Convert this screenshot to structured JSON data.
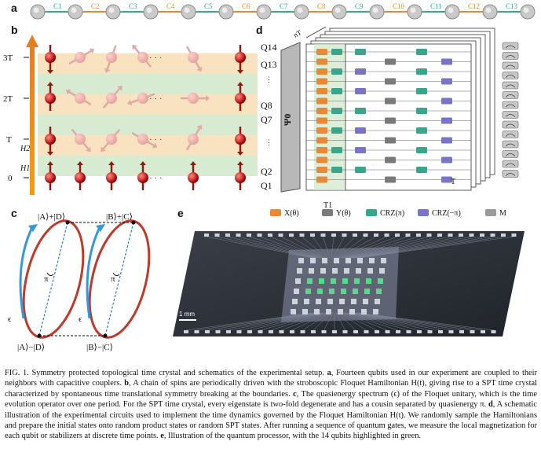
{
  "panels": {
    "a": "a",
    "b": "b",
    "c": "c",
    "d": "d",
    "e": "e"
  },
  "panel_a": {
    "couplers": [
      "C1",
      "C2",
      "C3",
      "C4",
      "C5",
      "C6",
      "C7",
      "C8",
      "C9",
      "C10",
      "C11",
      "C12",
      "C13"
    ]
  },
  "panel_b": {
    "y_ticks": [
      "3T",
      "2T",
      "T",
      "0"
    ],
    "h_labels": [
      "H2",
      "H1"
    ],
    "ellipsis": "· · ·"
  },
  "panel_c": {
    "top_left": "|A⟩+|D⟩",
    "top_right": "|B⟩+|C⟩",
    "bottom_left": "|A⟩−|D⟩",
    "bottom_right": "|B⟩−|C⟩",
    "pi": "π",
    "eps": "ϵ"
  },
  "panel_d": {
    "qubits_top": [
      "Q14",
      "Q13"
    ],
    "qubits_mid": [
      "Q8",
      "Q7"
    ],
    "qubits_bot": [
      "Q2",
      "Q1"
    ],
    "psi": "Ψ0",
    "nT": "nT",
    "T1": "T1",
    "T": "T"
  },
  "legend": [
    {
      "label": "X(θ)",
      "color": "#e8893a"
    },
    {
      "label": "Y(θ)",
      "color": "#7a7a7a"
    },
    {
      "label": "CRZ(π)",
      "color": "#3aa58a"
    },
    {
      "label": "CRZ(−π)",
      "color": "#7a74c9"
    },
    {
      "label": "M",
      "color": "#9a9a9a"
    }
  ],
  "panel_e": {
    "scale": "1 mm"
  },
  "caption": {
    "fig": "FIG. 1.",
    "intro": " Symmetry protected topological time crystal and schematics of the experimental setup. ",
    "a_label": "a",
    "a_text": ", Fourteen qubits used in our experiment are coupled to their neighbors with capacitive couplers. ",
    "b_label": "b",
    "b_text": ", A chain of spins are periodically driven with the stroboscopic Floquet Hamiltonian H(t), giving rise to a SPT time crystal characterized by spontaneous time translational symmetry breaking at the boundaries. ",
    "c_label": "c",
    "c_text": ", The quasienergy spectrum (ϵ) of the Floquet unitary, which is the time evolution operator over one period. For the SPT time crystal, every eigenstate is two-fold degenerate and has a cousin separated by quasienergy π. ",
    "d_label": "d",
    "d_text": ", A schematic illustration of the experimental circuits used to implement the time dynamics governed by the Floquet Hamiltonian H(t). We randomly sample the Hamiltonians and prepare the initial states onto random product states or random SPT states. After running a sequence of quantum gates, we measure the local magnetization for each qubit or stabilizers at discrete time points. ",
    "e_label": "e",
    "e_text": ", Illustration of the quantum processor, with the 14 qubits highlighted in green."
  }
}
